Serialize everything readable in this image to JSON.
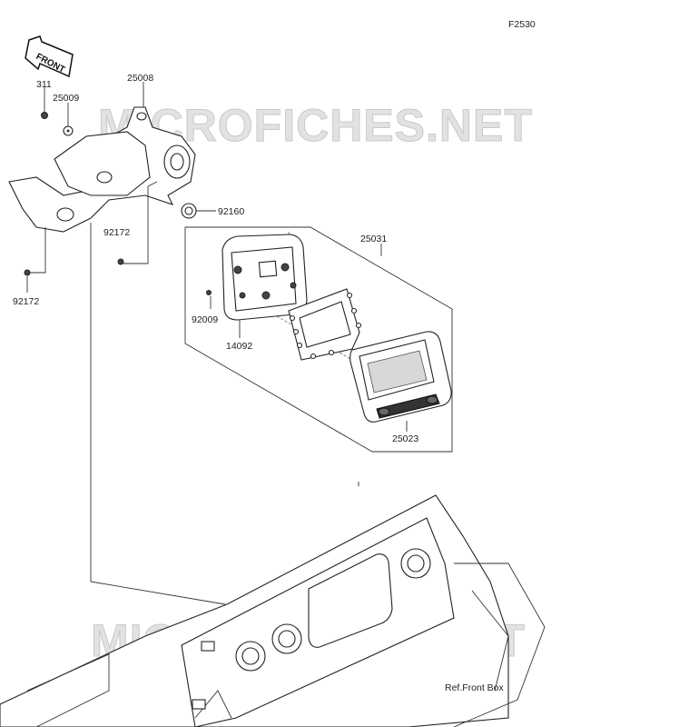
{
  "figure_code": "F2530",
  "front_arrow_label": "FRONT",
  "watermark": "MICROFICHES.NET",
  "parts": {
    "p311": "311",
    "p25009": "25009",
    "p25008": "25008",
    "p92160": "92160",
    "p92172_a": "92172",
    "p92172_b": "92172",
    "p25031": "25031",
    "p92009": "92009",
    "p14092": "14092",
    "p25023": "25023"
  },
  "reference": "Ref.Front Box"
}
